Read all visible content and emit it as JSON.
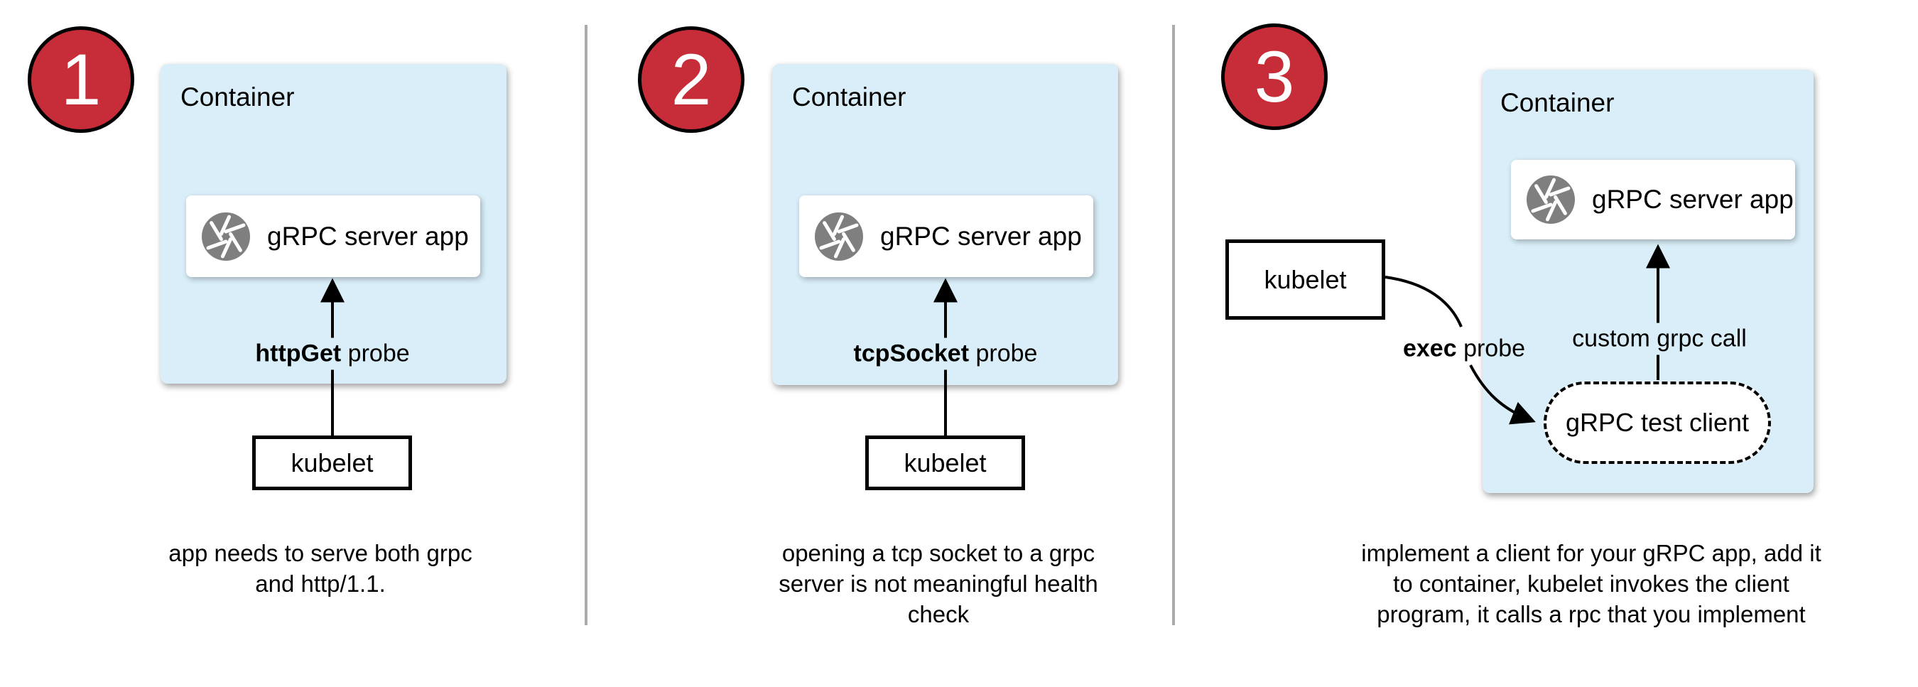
{
  "colors": {
    "container_fill": "#D9EEF8",
    "badge_fill": "#C72D38",
    "divider": "#ABABAB",
    "icon_gray": "#7F7F7F",
    "arrow": "#000000"
  },
  "icons": {
    "app_icon": "aperture-icon"
  },
  "panels": [
    {
      "badge": "1",
      "container_label": "Container",
      "app_label": "gRPC server app",
      "probe_bold": "httpGet",
      "probe_rest": " probe",
      "kubelet_label": "kubelet",
      "caption_lines": [
        "app needs to serve both grpc",
        "and http/1.1."
      ]
    },
    {
      "badge": "2",
      "container_label": "Container",
      "app_label": "gRPC server app",
      "probe_bold": "tcpSocket",
      "probe_rest": " probe",
      "kubelet_label": "kubelet",
      "caption_lines": [
        "opening a tcp socket to a grpc",
        "server is not meaningful health",
        "check"
      ]
    },
    {
      "badge": "3",
      "container_label": "Container",
      "app_label": "gRPC server app",
      "probe_bold": "exec",
      "probe_rest": " probe",
      "kubelet_label": "kubelet",
      "grpc_call_label": "custom grpc call",
      "test_client_label": "gRPC test client",
      "caption_lines": [
        "implement a client for your gRPC app, add it",
        "to container, kubelet invokes the client",
        "program, it calls a rpc that you implement"
      ]
    }
  ]
}
